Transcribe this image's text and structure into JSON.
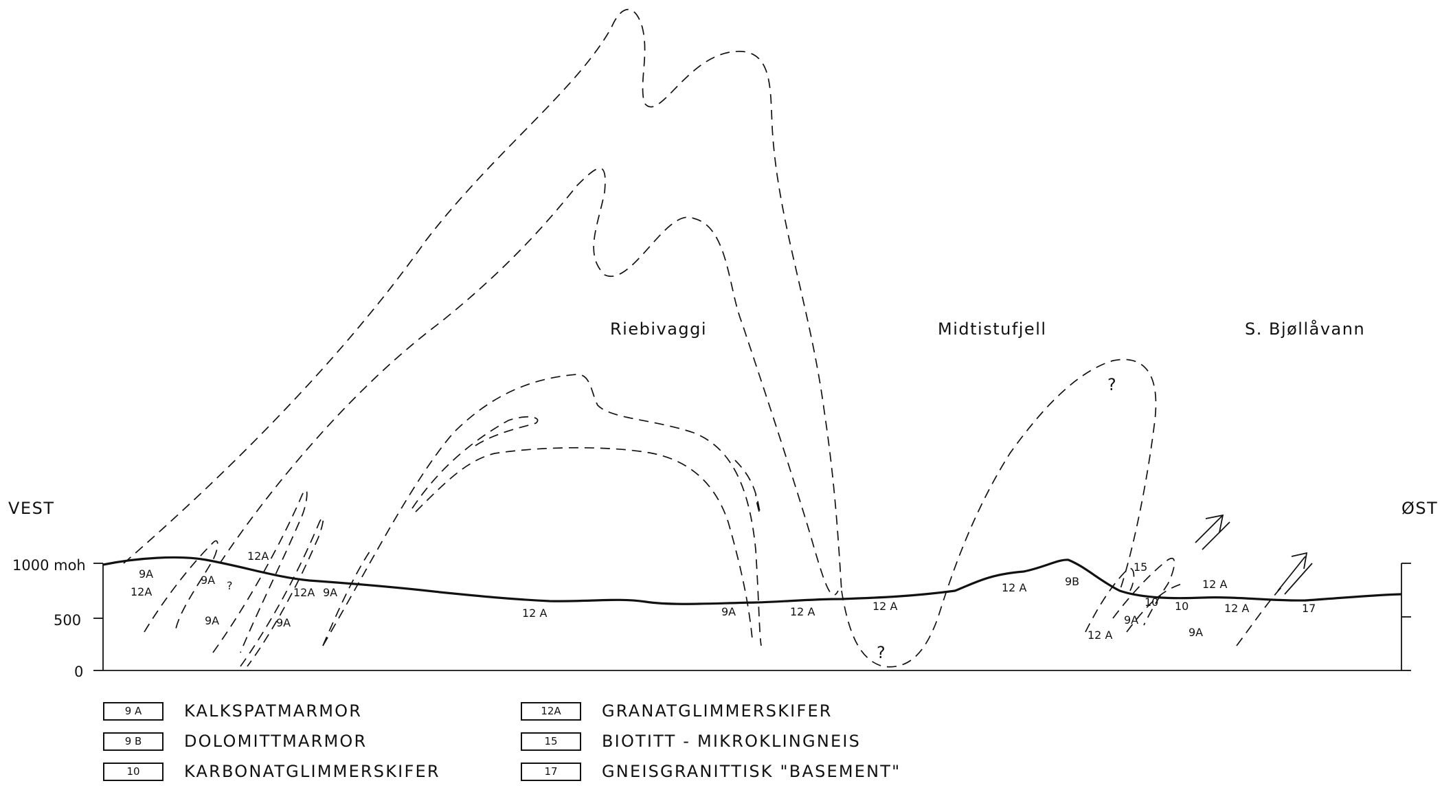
{
  "places": {
    "riebivaggi": "Riebivaggi",
    "midtistufjell": "Midtistufjell",
    "bjollavann": "S. Bjøllåvann"
  },
  "directions": {
    "west": "VEST",
    "east": "ØST"
  },
  "axis": {
    "y1000": "1000 moh",
    "y500": "500",
    "y0": "0"
  },
  "units": {
    "u1": "9A",
    "u2": "12A",
    "u3": "9A",
    "u4": "?",
    "u5": "12A",
    "u6": "12A",
    "u7": "9A",
    "u8": "9A",
    "u9": "9A",
    "u10": "12 A",
    "u11": "9A",
    "u12": "12 A",
    "u13": "12 A",
    "u14": "12 A",
    "u15": "9B",
    "u16": "15",
    "u17": "10",
    "u18": "10",
    "u19": "12 A",
    "u20": "12 A",
    "u21": "9A",
    "u22": "12 A",
    "u23": "9A",
    "u24": "17"
  },
  "question_marks": {
    "q1": "?",
    "q2": "?"
  },
  "legend": [
    {
      "code": "9 A",
      "label": "KALKSPATMARMOR"
    },
    {
      "code": "9 B",
      "label": "DOLOMITTMARMOR"
    },
    {
      "code": "10",
      "label": "KARBONATGLIMMERSKIFER"
    },
    {
      "code": "12A",
      "label": "GRANATGLIMMERSKIFER"
    },
    {
      "code": "15",
      "label": "BIOTITT - MIKROKLINGNEIS"
    },
    {
      "code": "17",
      "label": "GNEISGRANITTISK \"BASEMENT\""
    }
  ]
}
